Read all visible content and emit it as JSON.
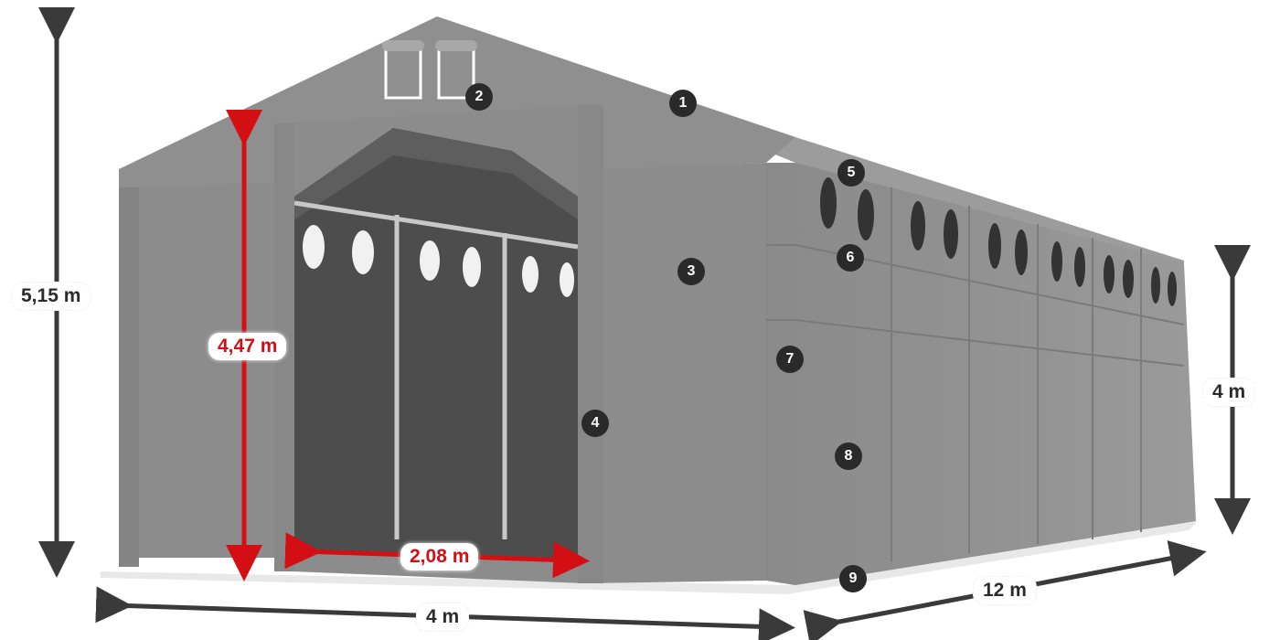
{
  "diagram": {
    "subject": "Storage tent / warehouse hall with dimensions and numbered parts",
    "colors": {
      "tent_gray": "#8e8e8e",
      "tent_dark": "#5a5a5a",
      "interior": "#4a4a4a",
      "dimension_dark": "#3a3a3a",
      "dimension_red": "#d40f14",
      "marker_bg": "#2a2a2a"
    },
    "dimensions": {
      "total_height": "5,15 m",
      "door_height": "4,47 m",
      "door_width": "2,08 m",
      "side_height": "4 m",
      "length": "12 m",
      "width": "4 m"
    },
    "markers": [
      {
        "id": "1",
        "label": "1"
      },
      {
        "id": "2",
        "label": "2"
      },
      {
        "id": "3",
        "label": "3"
      },
      {
        "id": "4",
        "label": "4"
      },
      {
        "id": "5",
        "label": "5"
      },
      {
        "id": "6",
        "label": "6"
      },
      {
        "id": "7",
        "label": "7"
      },
      {
        "id": "8",
        "label": "8"
      },
      {
        "id": "9",
        "label": "9"
      }
    ]
  }
}
